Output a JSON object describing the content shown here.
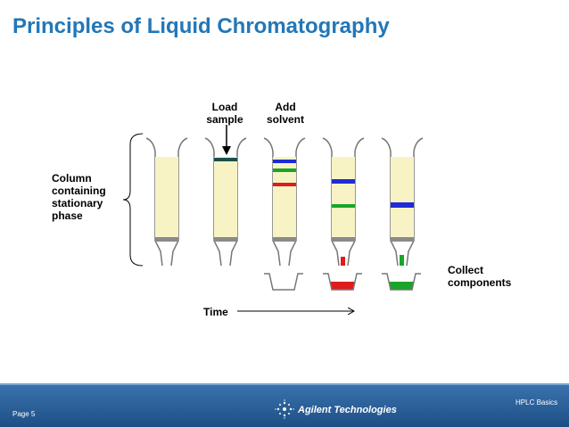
{
  "slide": {
    "title": "Principles of Liquid Chromatography",
    "labels": {
      "load_sample": "Load sample",
      "add_solvent": "Add solvent",
      "column_containing": "Column containing stationary phase",
      "collect_components": "Collect components",
      "time": "Time"
    }
  },
  "footer": {
    "page": "Page 5",
    "brand": "Agilent Technologies",
    "section": "HPLC Basics"
  },
  "colors": {
    "title": "#2277b8",
    "column_fill": "#f8f3c4",
    "band_blue": "#1f2bd6",
    "band_green": "#1aa42a",
    "band_red": "#e01b1b",
    "band_dark": "#1c4f4a",
    "frit": "#8a8a8a",
    "footer": "#2a5f98"
  }
}
